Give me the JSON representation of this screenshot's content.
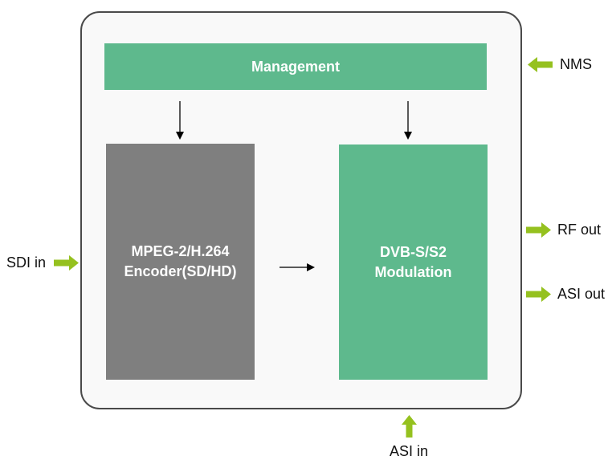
{
  "colors": {
    "green": "#5eb98d",
    "gray": "#7f7f7f",
    "chartreuse": "#95c11f",
    "container_bg": "#f9f9f9",
    "container_border": "#4a4a4a",
    "flow_shaft": "#5a5a5a",
    "flow_arrow": "#000000",
    "block_text": "#ffffff",
    "text": "#111111"
  },
  "blocks": {
    "management": {
      "label": "Management"
    },
    "encoder": {
      "line1": "MPEG-2/H.264",
      "line2": "Encoder(SD/HD)"
    },
    "modulation": {
      "line1": "DVB-S/S2",
      "line2": "Modulation"
    }
  },
  "ports": {
    "nms": {
      "label": "NMS",
      "direction": "in"
    },
    "sdi_in": {
      "label": "SDI in",
      "direction": "in"
    },
    "rf_out": {
      "label": "RF out",
      "direction": "out"
    },
    "asi_out": {
      "label": "ASI out",
      "direction": "out"
    },
    "asi_in": {
      "label": "ASI in",
      "direction": "in"
    }
  }
}
